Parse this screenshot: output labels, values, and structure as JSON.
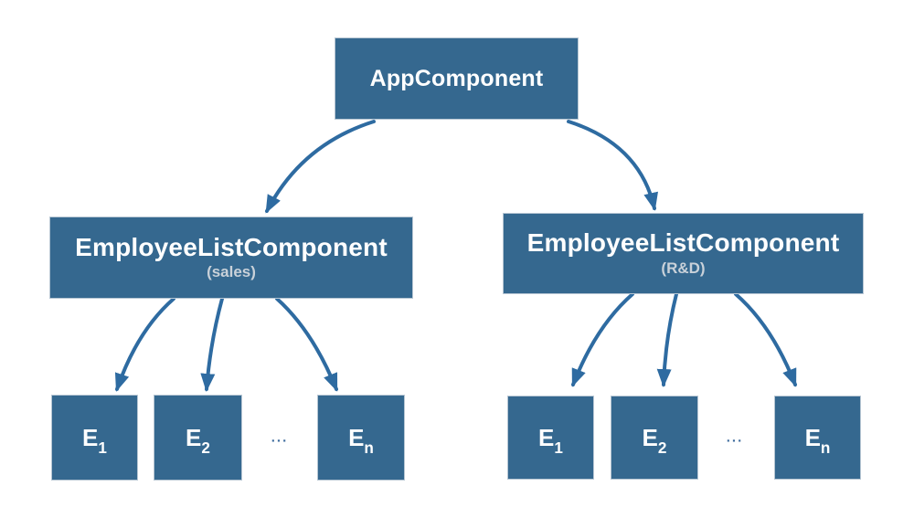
{
  "diagram": {
    "root": {
      "label": "AppComponent"
    },
    "branches": [
      {
        "label": "EmployeeListComponent",
        "sublabel": "(sales)",
        "ellipsis": "...",
        "children": [
          {
            "base": "E",
            "sub": "1"
          },
          {
            "base": "E",
            "sub": "2"
          },
          {
            "base": "E",
            "sub": "n"
          }
        ]
      },
      {
        "label": "EmployeeListComponent",
        "sublabel": "(R&D)",
        "ellipsis": "...",
        "children": [
          {
            "base": "E",
            "sub": "1"
          },
          {
            "base": "E",
            "sub": "2"
          },
          {
            "base": "E",
            "sub": "n"
          }
        ]
      }
    ],
    "colors": {
      "background": "#FFFFFF",
      "box_fill": "#35688F",
      "box_border": "#B7C6D3",
      "arrow": "#2E6BA1",
      "title_text": "#FFFFFF",
      "subtitle_text": "#C9D1D9",
      "ellipsis_text": "#3E6C9E"
    }
  }
}
